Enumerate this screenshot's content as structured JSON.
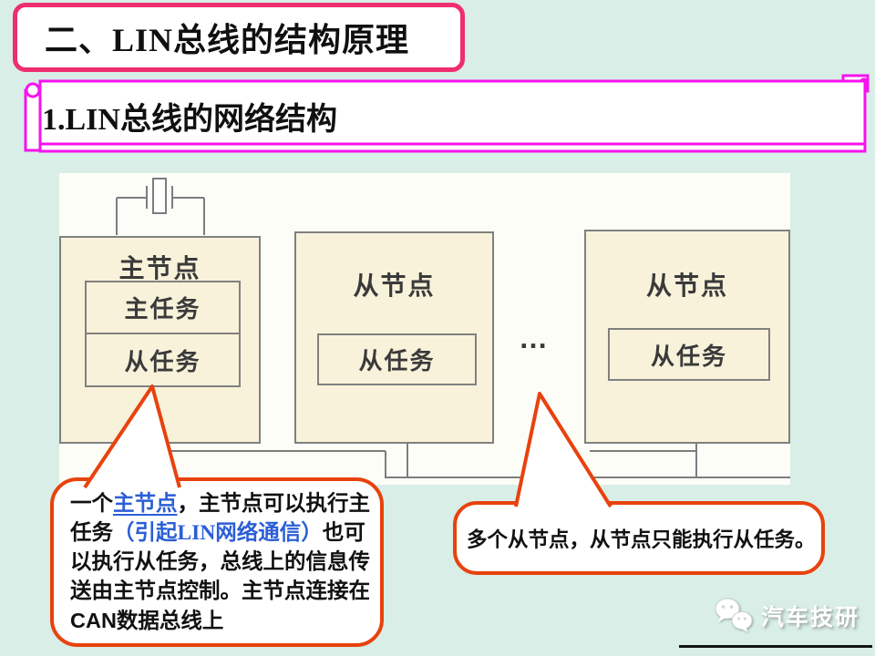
{
  "slide": {
    "background": "#d8eee7"
  },
  "title": {
    "text": "二、LIN总线的结构原理",
    "border_color": "#ee2e6d"
  },
  "section": {
    "text": "1.LIN总线的网络结构",
    "border_color": "#f712ef"
  },
  "diagram": {
    "background": "#fdfdf8",
    "node_fill": "#f8f2da",
    "node_border": "#808080",
    "master_node": {
      "title": "主节点",
      "tasks": [
        "主任务",
        "从任务"
      ]
    },
    "slave_node_1": {
      "title": "从节点",
      "tasks": [
        "从任务"
      ]
    },
    "slave_node_2": {
      "title": "从节点",
      "tasks": [
        "从任务"
      ]
    },
    "ellipsis": "…"
  },
  "callouts": {
    "accent_color": "#e8420e",
    "link_color": "#2b5ed6",
    "left": {
      "line1": {
        "pre": "一个",
        "link": "主节点",
        "post": "，主节点可以执行主"
      },
      "line2": {
        "pre": "任务",
        "blue": "（引起LIN网络通信）",
        "post": "也可"
      },
      "line3": "以执行从任务，总线上的信息传",
      "line4": "送由主节点控制。主节点连接在",
      "line5": {
        "latin": "CAN",
        "post": "数据总线上"
      }
    },
    "right": {
      "text": "多个从节点，从节点只能执行从任务。"
    }
  },
  "watermark": {
    "text": "汽车技研"
  }
}
